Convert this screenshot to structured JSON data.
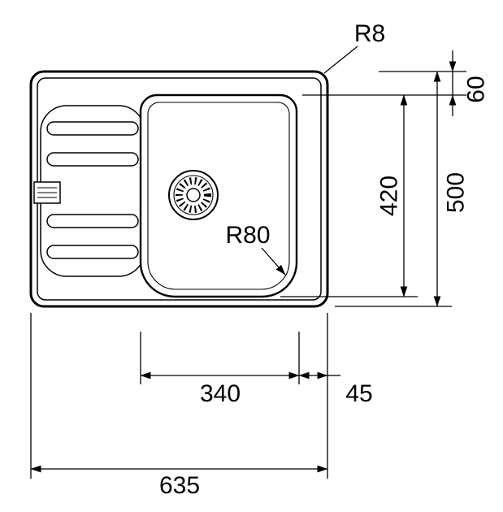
{
  "drawing": {
    "title": "Sink top-view technical drawing",
    "colors": {
      "line": "#000000",
      "background": "#ffffff"
    },
    "dimensions": {
      "top_corner_radius": "R8",
      "rim_to_bowl": "60",
      "bowl_length": "420",
      "overall_depth": "500",
      "bowl_corner_radius": "R80",
      "bowl_width": "340",
      "bowl_to_edge_gap": "45",
      "overall_width": "635"
    }
  }
}
